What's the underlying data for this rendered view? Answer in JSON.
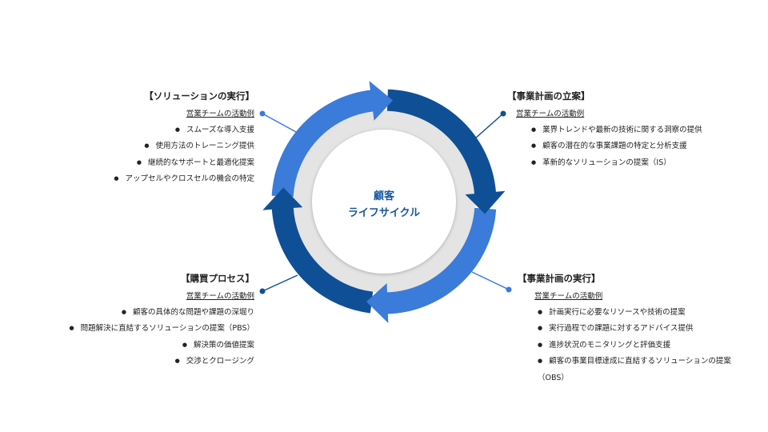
{
  "center": {
    "line1": "顧客",
    "line2": "ライフサイクル"
  },
  "colors": {
    "light": "#3b7bd9",
    "dark": "#0f4f96",
    "gray_ring": "#e4e4e4"
  },
  "sections": {
    "solution_execution": {
      "title": "【ソリューションの実行】",
      "subtitle": "営業チームの活動例",
      "items": [
        "スムーズな導入支援",
        "使用方法のトレーニング提供",
        "継続的なサポートと最適化提案",
        "アップセルやクロスセルの機会の特定"
      ]
    },
    "business_planning": {
      "title": "【事業計画の立案】",
      "subtitle": "営業チームの活動例",
      "items": [
        "業界トレンドや最新の技術に関する洞察の提供",
        "顧客の潜在的な事業課題の特定と分析支援",
        "革新的なソリューションの提案（IS）"
      ]
    },
    "purchase_process": {
      "title": "【購買プロセス】",
      "subtitle": "営業チームの活動例",
      "items": [
        "顧客の具体的な問題や課題の深堀り",
        "問題解決に直結するソリューションの提案（PBS）",
        "解決策の価値提案",
        "交渉とクロージング"
      ]
    },
    "business_execution": {
      "title": "【事業計画の実行】",
      "subtitle": "営業チームの活動例",
      "items": [
        "計画実行に必要なリソースや技術の提案",
        "実行過程での課題に対するアドバイス提供",
        "進捗状況のモニタリングと評価支援",
        "顧客の事業目標達成に直結するソリューションの提案",
        "（OBS）"
      ]
    }
  }
}
